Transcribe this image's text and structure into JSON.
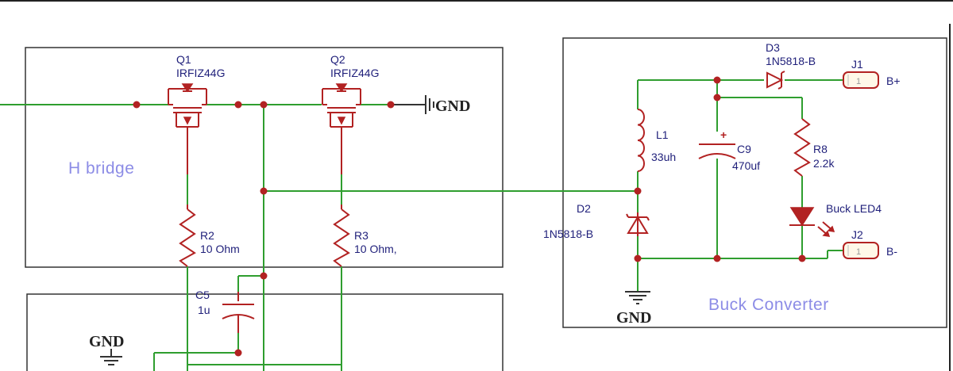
{
  "blocks": {
    "h_bridge": "H bridge",
    "buck_converter": "Buck Converter"
  },
  "components": {
    "q1": {
      "ref": "Q1",
      "value": "IRFIZ44G"
    },
    "q2": {
      "ref": "Q2",
      "value": "IRFIZ44G"
    },
    "r2": {
      "ref": "R2",
      "value": "10 Ohm"
    },
    "r3": {
      "ref": "R3",
      "value": "10 Ohm,"
    },
    "c5": {
      "ref": "C5",
      "value": "1u"
    },
    "l1": {
      "ref": "L1",
      "value": "33uh"
    },
    "c9": {
      "ref": "C9",
      "value": "470uf"
    },
    "r8": {
      "ref": "R8",
      "value": "2.2k"
    },
    "d2": {
      "ref": "D2",
      "value": "1N5818-B"
    },
    "d3": {
      "ref": "D3",
      "value": "1N5818-B"
    },
    "led4": {
      "ref": "Buck LED4"
    },
    "j1": {
      "ref": "J1",
      "net": "B+",
      "pin": "1"
    },
    "j2": {
      "ref": "J2",
      "net": "B-",
      "pin": "1"
    }
  },
  "grounds": {
    "hbridge": "GND",
    "buck": "GND",
    "lower": "GND"
  },
  "colors": {
    "wire": "#2f9e2f",
    "component": "#b22222",
    "label": "#1f1f7a",
    "block_label": "#8c8ce6"
  }
}
